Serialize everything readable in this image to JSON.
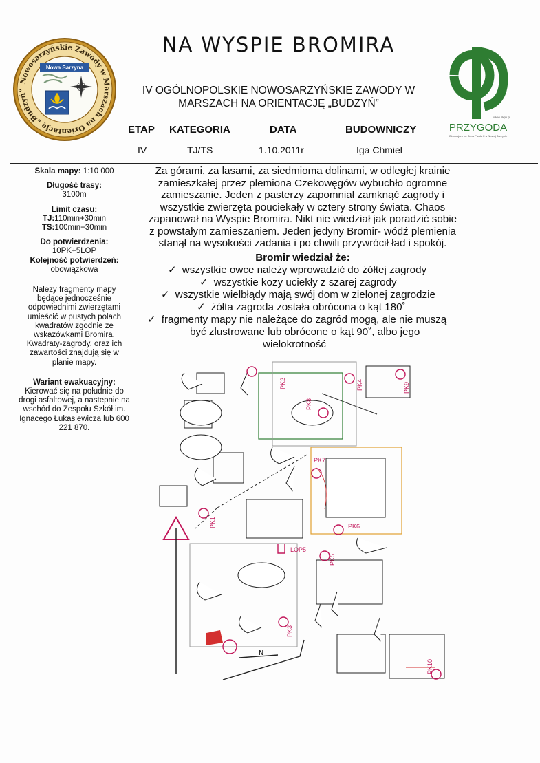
{
  "header": {
    "title": "NA WYSPIE BROMIRA",
    "subtitle_line1": "IV OGÓLNOPOLSKIE NOWOSARZYŃSKIE ZAWODY W",
    "subtitle_line2": "MARSZACH NA ORIENTACJĘ „BUDZYŃ”"
  },
  "info": {
    "headers": [
      "ETAP",
      "KATEGORIA",
      "DATA",
      "BUDOWNICZY"
    ],
    "values": [
      "IV",
      "TJ/TS",
      "1.10.2011r",
      "Iga Chmiel"
    ]
  },
  "logos": {
    "seal_ring_text": "Nowosarzyńskie Zawody w Marszach na Orientację „Budzyń”",
    "seal_center_text": "Nowa Sarzyna",
    "przygoda_name": "PRZYGODA",
    "przygoda_small": "Gimnazjum im. Jana Pawła II w Nowej Sarzynie",
    "przygoda_url": "www.skpk.pl",
    "green": "#2e7d32",
    "gold": "#c8932a"
  },
  "sidebar": {
    "scale_label": "Skala mapy:",
    "scale_value": "1:10 000",
    "length_label": "Długość trasy:",
    "length_value": "3100m",
    "time_label": "Limit czasu:",
    "time_tj_label": "TJ:",
    "time_tj_value": "110min+30min",
    "time_ts_label": "TS:",
    "time_ts_value": "100min+30min",
    "confirm_label": "Do potwierdzenia:",
    "confirm_value": "10PK+5LOP",
    "order_label": "Kolejność potwierdzeń:",
    "order_value": "obowiązkowa",
    "instruction": "Należy fragmenty mapy będące jednocześnie odpowiednimi zwierzętami umieścić w pustych polach kwadratów zgodnie ze wskazówkami Bromira. Kwadraty-zagrody, oraz ich zawartości znajdują się w planie mapy.",
    "evac_label": "Wariant ewakuacyjny:",
    "evac_text": "Kierować się na południe do drogi asfaltowej, a nastepnie na wschód do Zespołu Szkół im. Ignacego Łukasiewicza lub 600 221 870."
  },
  "story": {
    "lines": [
      "Za górami, za lasami, za siedmioma dolinami, w odległej krainie",
      "zamieszkałej przez plemiona Czekowęgów wybuchło ogromne",
      "zamieszanie. Jeden z pasterzy zapomniał zamknąć zagrody i",
      "wszystkie zwierzęta pouciekały w cztery strony świata. Chaos",
      "zapanował na Wyspie Bromira. Nikt nie wiedział jak poradzić sobie",
      "z powstałym zamieszaniem. Jeden jedyny Bromir- wódź plemienia",
      "stanął na wysokości zadania i po chwili przywrócił ład i spokój."
    ],
    "bromir_heading": "Bromir wiedział że:",
    "checkmark": "✓",
    "rules": [
      "wszystkie owce należy wprowadzić do żółtej zagrody",
      "wszystkie kozy uciekły z szarej zagrody",
      "wszystkie wielbłądy mają swój dom w zielonej zagrodzie",
      "żółta zagroda została obrócona o kąt 180˚",
      "fragmenty mapy nie należące do zagród mogą, ale nie muszą",
      "być zlustrowane lub obrócone o kąt 90˚, albo jego",
      "wielokrotność"
    ]
  },
  "map": {
    "labels": [
      "PK2",
      "PK8",
      "PK4",
      "PK9",
      "PK7",
      "PK6",
      "PK1",
      "LOP5",
      "PK5",
      "PK3",
      "PK10",
      "N"
    ],
    "colors": {
      "control": "#c2185b",
      "green_pen": "#2e7d32",
      "yellow_pen": "#e0a030",
      "grey_pen": "#999999",
      "track": "#222222",
      "red": "#d32f2f"
    }
  }
}
